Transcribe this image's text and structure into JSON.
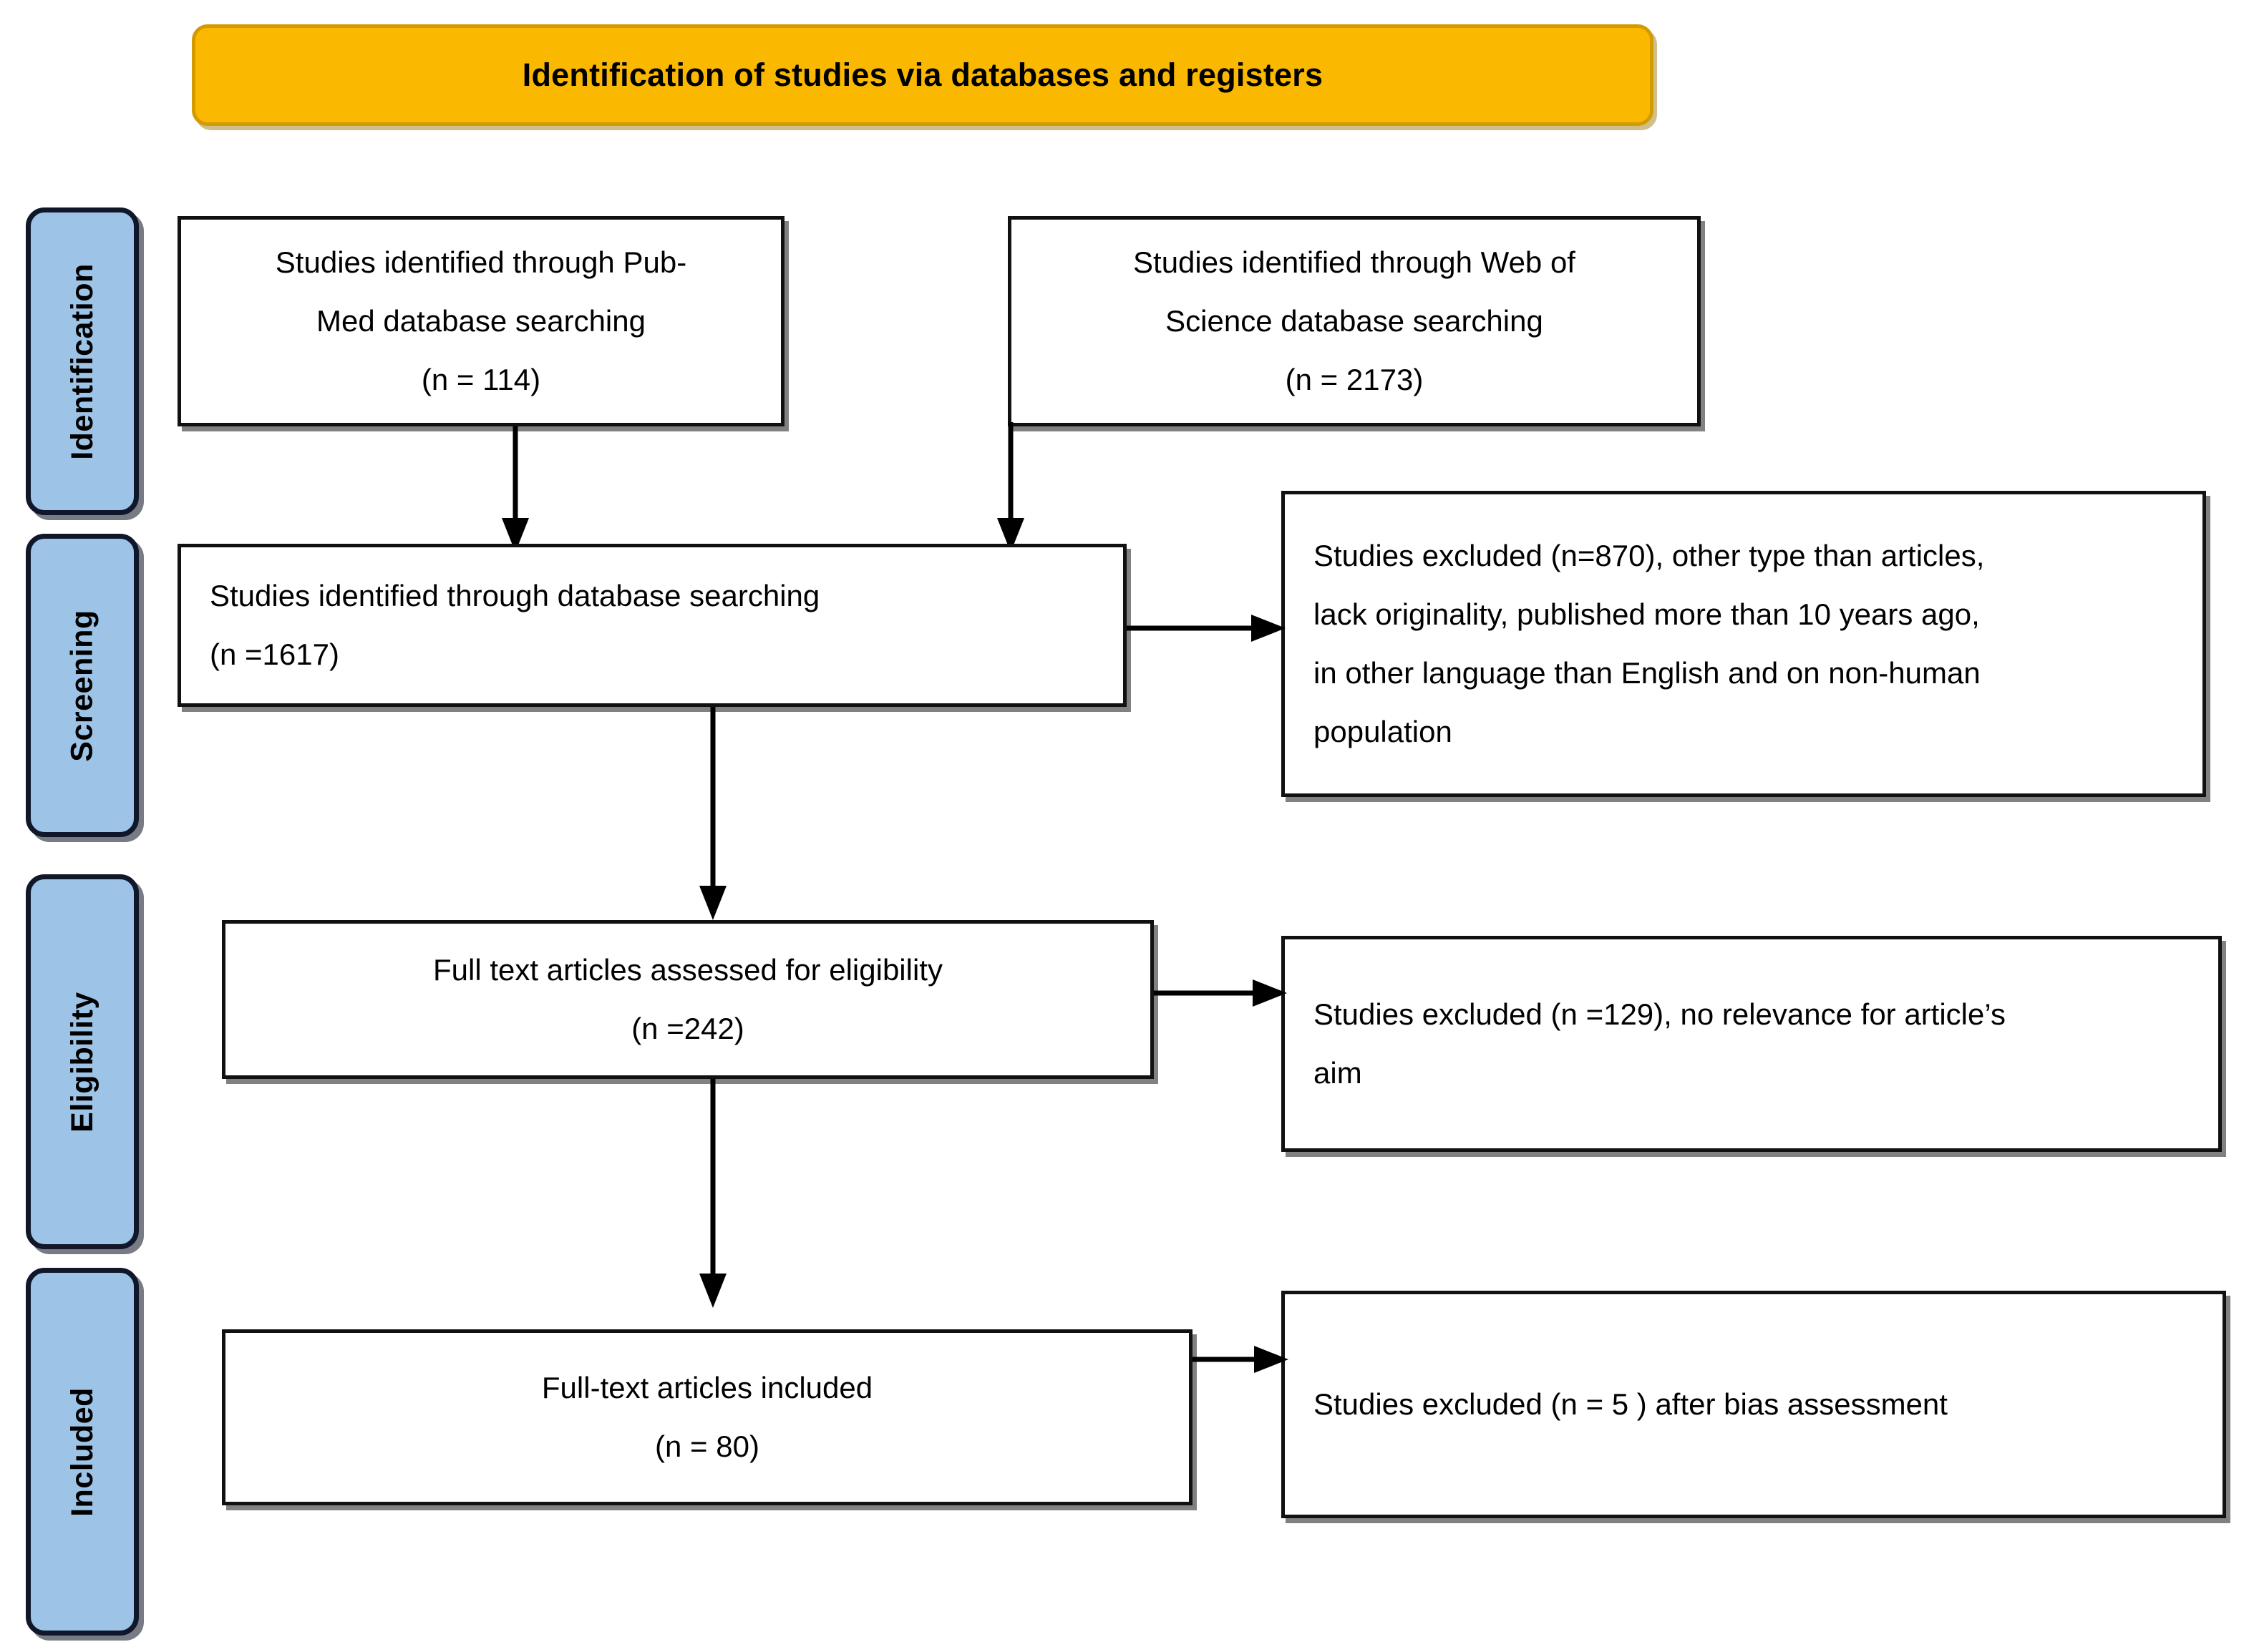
{
  "header": {
    "title": "Identification of studies via databases and registers"
  },
  "stages": [
    {
      "id": "identification",
      "label": "Identification"
    },
    {
      "id": "screening",
      "label": "Screening"
    },
    {
      "id": "eligibility",
      "label": "Eligibility"
    },
    {
      "id": "included",
      "label": "Included"
    }
  ],
  "boxes": {
    "pubmed": {
      "line1": "Studies identified through Pub-",
      "line2": "Med database searching",
      "line3": "(n = 114)"
    },
    "wos": {
      "line1": "Studies identified through Web of",
      "line2": "Science database searching",
      "line3": "(n = 2173)"
    },
    "database_total": {
      "line1": "Studies identified through database searching",
      "line2": "(n =1617)"
    },
    "screening_excluded": {
      "line1": "Studies excluded (n=870), other type than articles,",
      "line2": "lack originality, published more than 10 years ago,",
      "line3": "in other language than English and on non-human",
      "line4": "population"
    },
    "eligibility_assessed": {
      "line1": "Full text articles assessed for eligibility",
      "line2": "(n =242)"
    },
    "eligibility_excluded": {
      "line1": "Studies excluded (n =129), no relevance for article’s",
      "line2": "aim"
    },
    "included_total": {
      "line1": "Full-text articles included",
      "line2": "(n = 80)"
    },
    "bias_excluded": {
      "line1": "Studies excluded (n = 5 ) after bias assessment"
    }
  },
  "colors": {
    "banner_fill": "#fab900",
    "banner_border": "#d39b00",
    "stage_fill": "#9dc3e6",
    "stage_border": "#10172a",
    "box_border": "#111111",
    "box_fill": "#ffffff",
    "connector": "#000000"
  },
  "counts": {
    "pubmed": 114,
    "web_of_science": 2173,
    "database_searching": 1617,
    "screening_excluded": 870,
    "full_text_assessed": 242,
    "eligibility_excluded": 129,
    "included": 80,
    "bias_excluded": 5
  }
}
